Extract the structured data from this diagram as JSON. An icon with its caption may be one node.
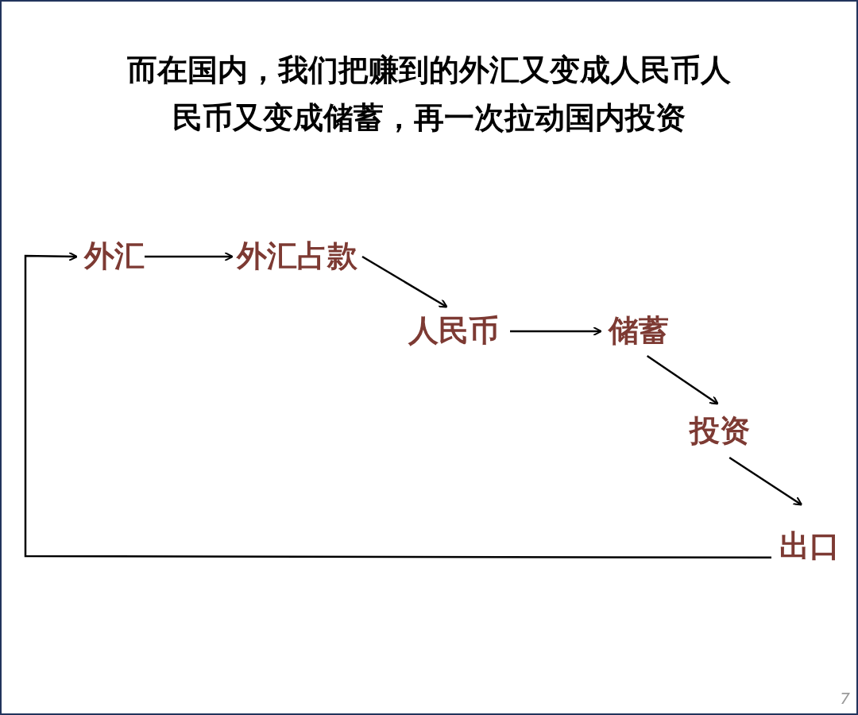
{
  "diagram": {
    "title": "而在国内，我们把赚到的外汇又变成人民币人民币又变成储蓄，再一次拉动国内投资",
    "nodes": [
      {
        "text": [
          "外汇"
        ]
      },
      {
        "text": [
          "外汇占款"
        ]
      },
      {
        "text": [
          "人民币"
        ]
      },
      {
        "text": [
          "储蓄"
        ]
      },
      {
        "text": [
          "投资"
        ]
      },
      {
        "text": [
          "出口"
        ]
      }
    ],
    "edges": [
      {
        "from": 0,
        "to": 1,
        "arrow": "to"
      },
      {
        "from": 1,
        "to": 2,
        "arrow": "to"
      },
      {
        "from": 2,
        "to": 3,
        "arrow": "to"
      },
      {
        "from": 3,
        "to": 4,
        "arrow": "to"
      },
      {
        "from": 4,
        "to": 5,
        "arrow": "to"
      },
      {
        "from": 5,
        "to": 0,
        "arrow": "to"
      }
    ],
    "labels": [
      "7"
    ]
  }
}
